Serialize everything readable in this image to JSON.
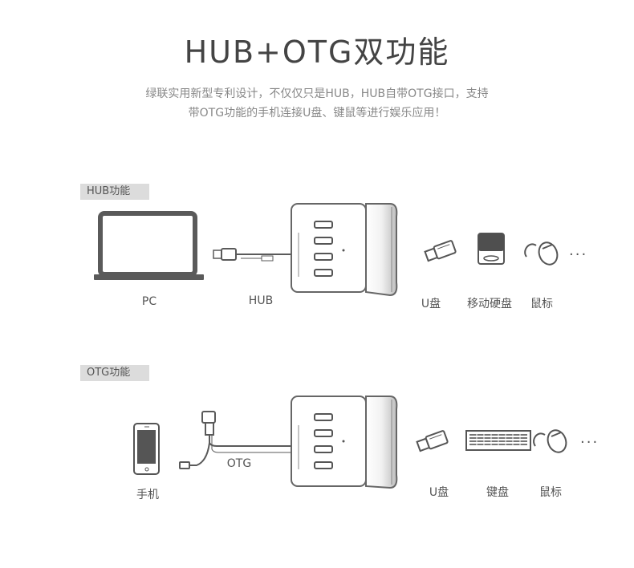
{
  "header": {
    "title": "HUB+OTG双功能",
    "subtitle_line1": "绿联实用新型专利设计，不仅仅只是HUB，HUB自带OTG接口，支持",
    "subtitle_line2": "带OTG功能的手机连接U盘、键鼠等进行娱乐应用！"
  },
  "hub_section": {
    "tag": "HUB功能",
    "pc_label": "PC",
    "hub_label": "HUB",
    "devices": [
      "U盘",
      "移动硬盘",
      "鼠标"
    ],
    "ellipsis": "···"
  },
  "otg_section": {
    "tag": "OTG功能",
    "phone_label": "手机",
    "otg_label": "OTG",
    "devices": [
      "U盘",
      "键盘",
      "鼠标"
    ],
    "ellipsis": "···"
  },
  "colors": {
    "line": "#555555",
    "device_fill": "#ffffff",
    "tag_bg": "#dcdcdc"
  },
  "icons": [
    "laptop-icon",
    "hub-icon",
    "usb-drive-icon",
    "hard-drive-icon",
    "mouse-icon",
    "phone-icon",
    "keyboard-icon",
    "usb-plug-icon"
  ]
}
